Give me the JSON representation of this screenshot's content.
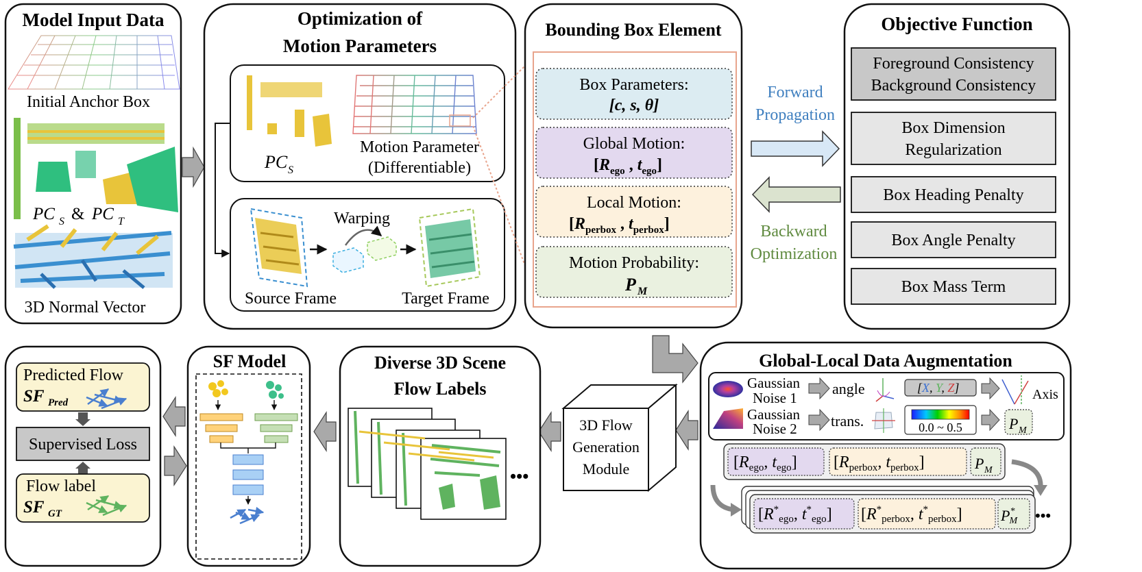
{
  "model_input": {
    "title": "Model Input Data",
    "anchor_label": "Initial Anchor Box",
    "pc_label_a": "PC",
    "pc_label_sub_s": "S",
    "pc_label_amp": "&",
    "pc_label_b": "PC",
    "pc_label_sub_t": "T",
    "normal_label": "3D Normal Vector"
  },
  "optimization": {
    "title_line1": "Optimization of",
    "title_line2": "Motion Parameters",
    "pcs_main": "PC",
    "pcs_sub": "S",
    "motion_param_line1": "Motion Parameter",
    "motion_param_line2": "(Differentiable)",
    "warping": "Warping",
    "source_frame": "Source Frame",
    "target_frame": "Target Frame"
  },
  "bbox": {
    "title": "Bounding Box Element",
    "box_params_label": "Box Parameters:",
    "box_params_formula": "[c, s, θ]",
    "global_motion_label": "Global Motion:",
    "global_R": "R",
    "global_R_sub": "ego",
    "global_t": "t",
    "global_t_sub": "ego",
    "local_motion_label": "Local Motion:",
    "local_R": "R",
    "local_R_sub": "perbox",
    "local_t": "t",
    "local_t_sub": "perbox",
    "prob_label": "Motion Probability:",
    "prob_P": "P",
    "prob_P_sub": "M"
  },
  "propagation": {
    "forward_line1": "Forward",
    "forward_line2": "Propagation",
    "backward_line1": "Backward",
    "backward_line2": "Optimization"
  },
  "objective": {
    "title": "Objective Function",
    "items": [
      [
        "Foreground Consistency",
        "Background Consistency"
      ],
      [
        "Box Dimension",
        "Regularization"
      ],
      [
        "Box Heading Penalty"
      ],
      [
        "Box Angle Penalty"
      ],
      [
        "Box Mass Term"
      ]
    ]
  },
  "augmentation": {
    "title": "Global-Local Data Augmentation",
    "noise1_line1": "Gaussian",
    "noise1_line2": "Noise 1",
    "noise2_line1": "Gaussian",
    "noise2_line2": "Noise 2",
    "angle": "angle",
    "trans": "trans.",
    "axis_X": "X",
    "axis_Y": "Y",
    "axis_Z": "Z",
    "axis_label": "Axis",
    "colorbar_range": "0.0 ~ 0.5",
    "pm_P": "P",
    "pm_sub": "M",
    "row1_R": "R",
    "row1_R_sub": "ego",
    "row1_t": "t",
    "row1_t_sub": "ego",
    "row1_Rp": "R",
    "row1_Rp_sub": "perbox",
    "row1_tp": "t",
    "row1_tp_sub": "perbox",
    "row1_P": "P",
    "row1_P_sub": "M",
    "star": "*",
    "ellipsis": "•••"
  },
  "flow_gen": {
    "line1": "3D Flow",
    "line2": "Generation",
    "line3": "Module"
  },
  "diverse": {
    "title_line1": "Diverse 3D Scene",
    "title_line2": "Flow Labels",
    "ellipsis": "•••"
  },
  "sf_model": {
    "title": "SF Model"
  },
  "loss_panel": {
    "predicted_flow": "Predicted Flow",
    "sf_pred_main": "SF",
    "sf_pred_sub": "Pred",
    "supervised_loss": "Supervised Loss",
    "flow_label": "Flow label",
    "sf_gt_main": "SF",
    "sf_gt_sub": "GT"
  },
  "colors": {
    "panel_stroke": "#111111",
    "gray_box": "#c8c8c8",
    "light_gray_box": "#e6e6e6",
    "arrow_gray": "#a9a9a9",
    "box_params_fill": "#dcecf2",
    "global_motion_fill": "#e3d9ef",
    "local_motion_fill": "#fdf1dd",
    "prob_fill": "#eaf1e0",
    "forward_text": "#3f7fbf",
    "backward_text": "#5f8a3f",
    "forward_arrow": "#d8e8f6",
    "backward_arrow": "#dbe3cf",
    "cream_box": "#fbf4d2",
    "salmon": "#e8a48c"
  }
}
